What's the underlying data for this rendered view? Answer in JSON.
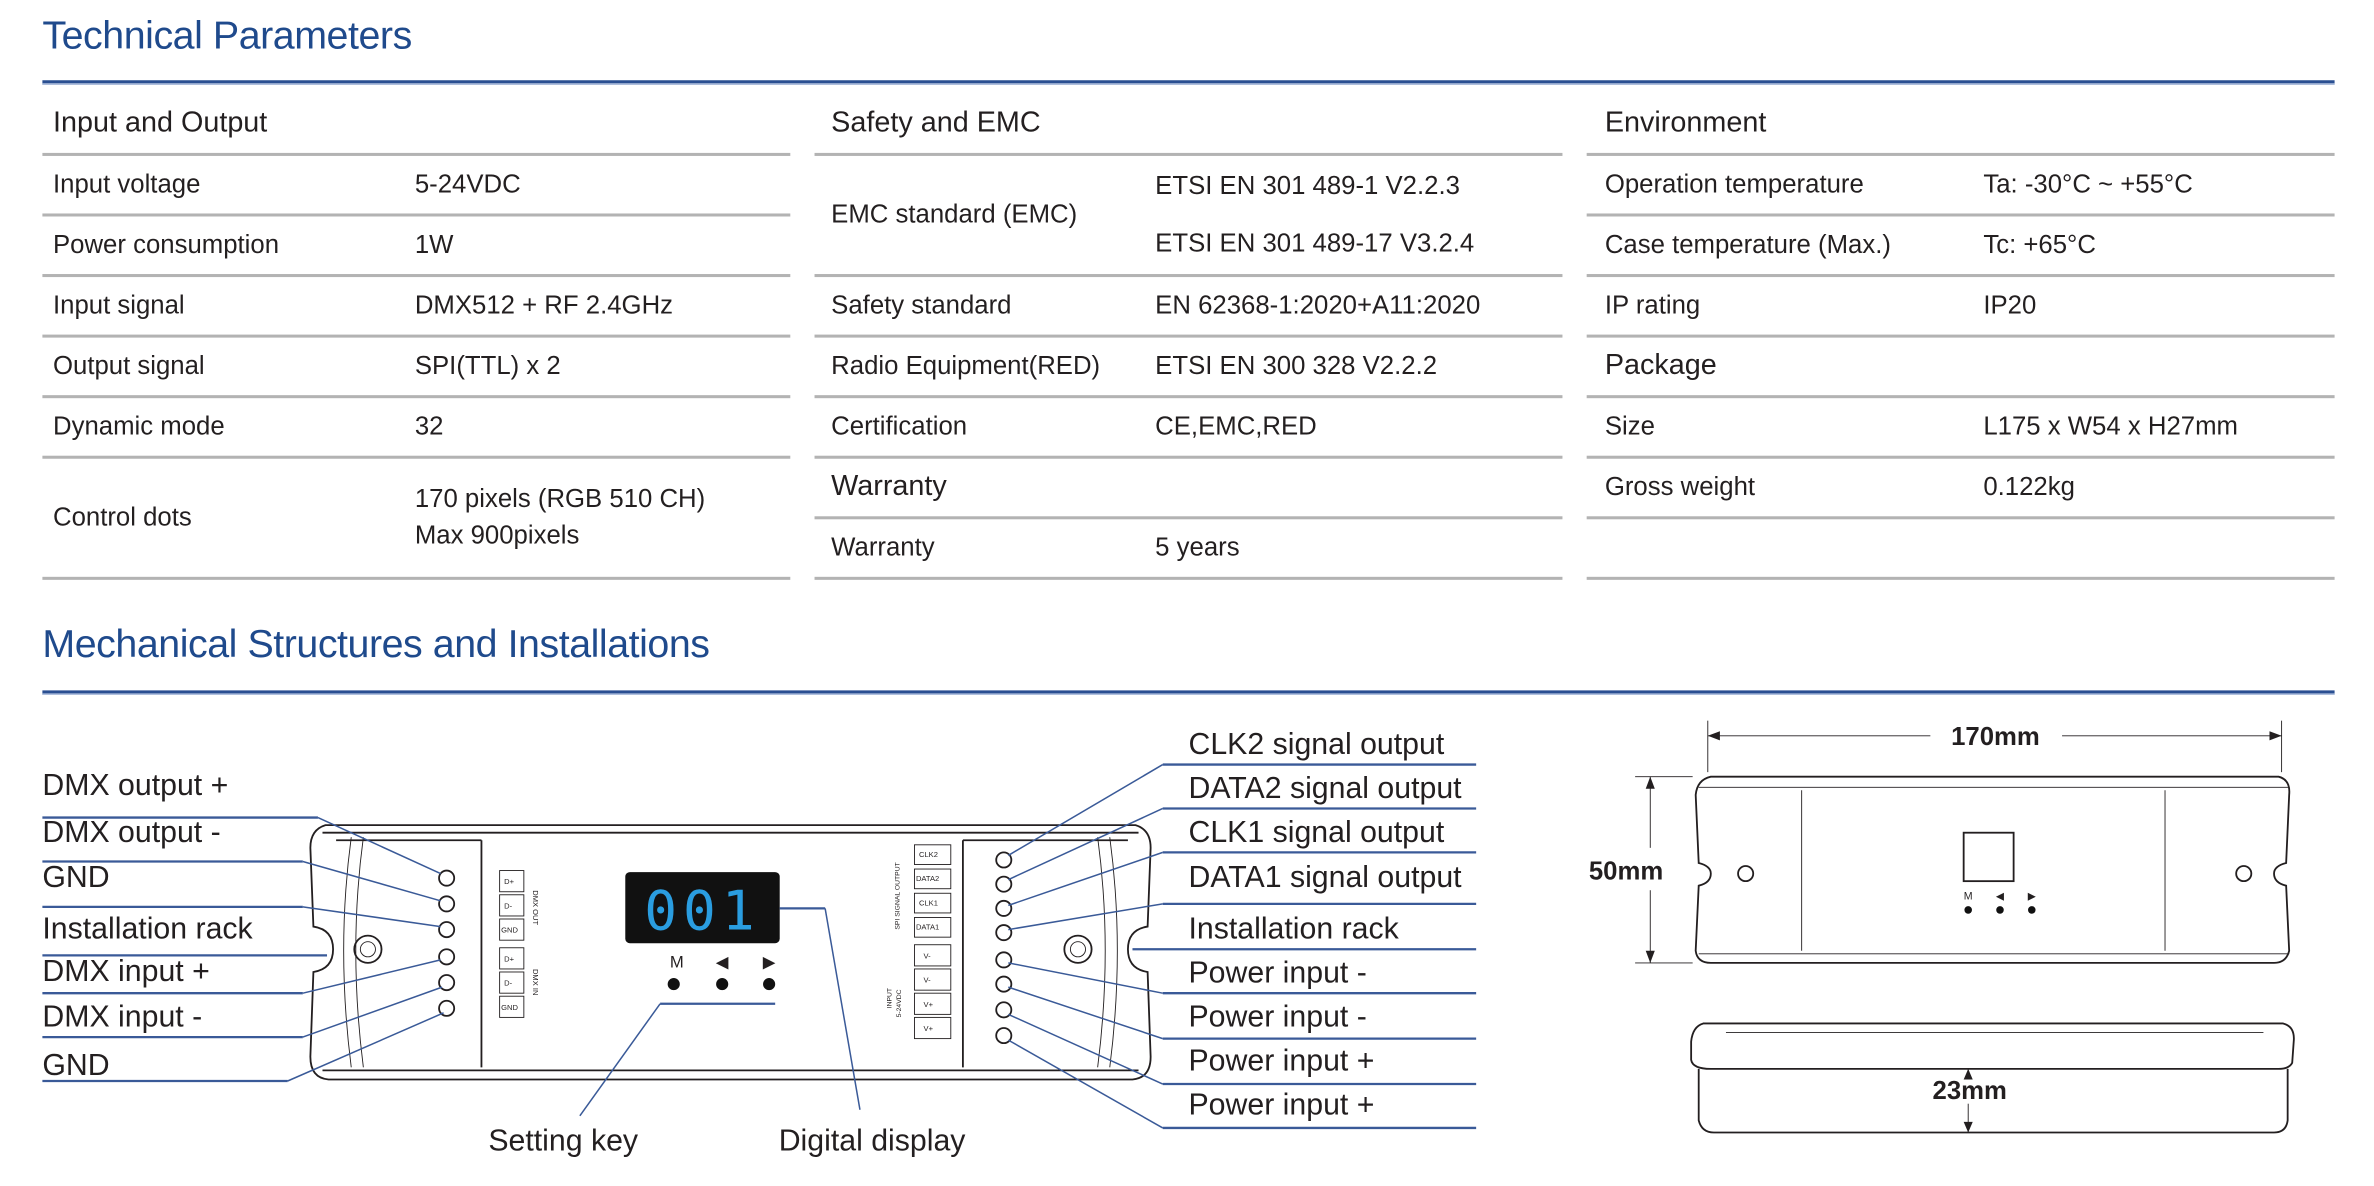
{
  "titles": {
    "technical": "Technical Parameters",
    "mechanical": "Mechanical Structures and Installations"
  },
  "input_output": {
    "heading": "Input and Output",
    "rows": [
      {
        "label": "Input voltage",
        "value": "5-24VDC"
      },
      {
        "label": "Power consumption",
        "value": "1W"
      },
      {
        "label": "Input signal",
        "value": "DMX512 + RF 2.4GHz"
      },
      {
        "label": "Output signal",
        "value": "SPI(TTL) x 2"
      },
      {
        "label": "Dynamic mode",
        "value": "32"
      },
      {
        "label": "Control dots",
        "value": "170 pixels (RGB 510 CH)",
        "value2": "Max 900pixels"
      }
    ]
  },
  "safety": {
    "heading": "Safety and EMC",
    "rows": [
      {
        "label": "EMC standard (EMC)",
        "value": "ETSI EN 301 489-1 V2.2.3",
        "value2": "ETSI EN 301 489-17 V3.2.4"
      },
      {
        "label": "Safety standard",
        "value": "EN 62368-1:2020+A11:2020"
      },
      {
        "label": "Radio Equipment(RED)",
        "value": "ETSI EN 300 328 V2.2.2"
      },
      {
        "label": "Certification",
        "value": "CE,EMC,RED"
      }
    ]
  },
  "warranty": {
    "heading": "Warranty",
    "rows": [
      {
        "label": "Warranty",
        "value": "5 years"
      }
    ]
  },
  "environment": {
    "heading": "Environment",
    "rows": [
      {
        "label": "Operation temperature",
        "value": "Ta: -30°C ~ +55°C"
      },
      {
        "label": "Case temperature (Max.)",
        "value": "Tc: +65°C"
      },
      {
        "label": "IP rating",
        "value": "IP20"
      }
    ]
  },
  "package": {
    "heading": "Package",
    "rows": [
      {
        "label": "Size",
        "value": "L175 x W54 x H27mm"
      },
      {
        "label": "Gross weight",
        "value": "0.122kg"
      }
    ]
  },
  "diagram": {
    "left_labels": [
      "DMX output +",
      "DMX output -",
      "GND",
      "Installation rack",
      "DMX input +",
      "DMX input -",
      "GND"
    ],
    "right_labels": [
      "CLK2 signal output",
      "DATA2 signal output",
      "CLK1 signal output",
      "DATA1 signal output",
      "Installation rack",
      "Power input -",
      "Power input -",
      "Power input +",
      "Power input +"
    ],
    "setting_key": "Setting key",
    "digital_display": "Digital display",
    "display_value": "001",
    "keys": [
      "M",
      "◀",
      "▶"
    ],
    "dmx_terminals": [
      "D+",
      "D-",
      "GND",
      "D+",
      "D-",
      "GND"
    ],
    "dmx_out": "DMX OUT",
    "dmx_in": "DMX IN",
    "spi_terminals": [
      "CLK2",
      "DATA2",
      "CLK1",
      "DATA1"
    ],
    "spi_group": "SPI SIGNAL OUTPUT",
    "power_terminals": [
      "V-",
      "V-",
      "V+",
      "V+"
    ],
    "power_group": "INPUT",
    "power_group2": "5-24VDC"
  },
  "dimensions": {
    "length": "170mm",
    "width": "50mm",
    "height": "23mm",
    "keys": [
      "M",
      "◀",
      "▶"
    ]
  },
  "colors": {
    "title": "#1f4a8c",
    "rule": "#2a4f92",
    "leader": "#3a5a98",
    "display_digits": "#2a9de0"
  }
}
